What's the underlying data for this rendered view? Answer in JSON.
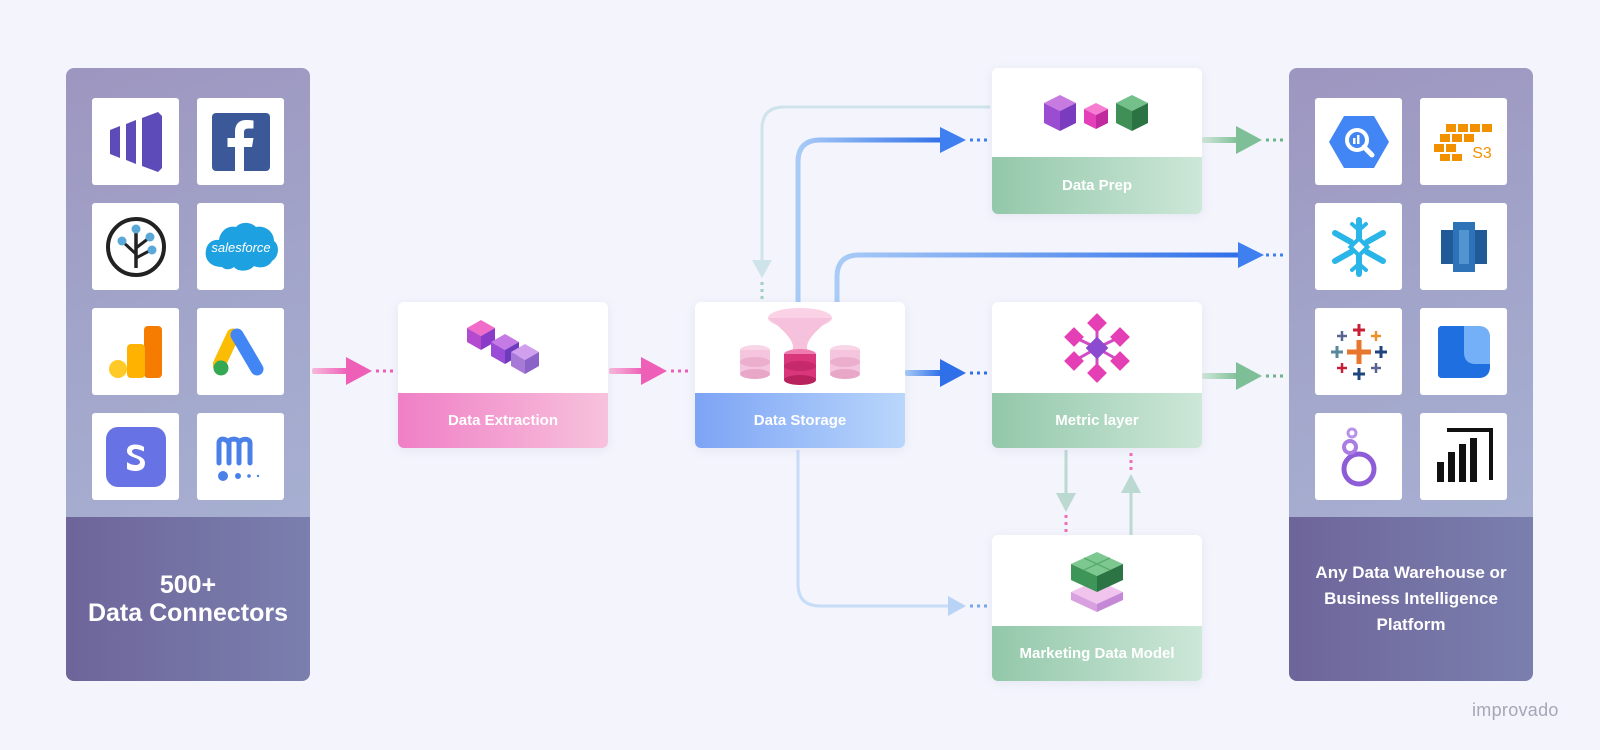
{
  "left_panel": {
    "count": "500+",
    "label": "Data Connectors",
    "icons": [
      "marketo-icon",
      "facebook-icon",
      "tree-network-icon",
      "salesforce-icon",
      "google-analytics-icon",
      "google-ads-icon",
      "stripe-icon",
      "monday-icon"
    ],
    "salesforce_text": "salesforce"
  },
  "right_panel": {
    "label_line1": "Any Data Warehouse or",
    "label_line2": "Business Intelligence",
    "label_line3": "Platform",
    "icons": [
      "bigquery-icon",
      "aws-s3-icon",
      "snowflake-icon",
      "redshift-icon",
      "tableau-icon",
      "google-data-studio-icon",
      "looker-icon",
      "power-bi-icon"
    ],
    "s3_text": "S3"
  },
  "stages": {
    "extraction": "Data Extraction",
    "storage": "Data Storage",
    "prep": "Data Prep",
    "metric": "Metric layer",
    "model": "Marketing Data Model"
  },
  "brand": "improvado",
  "colors": {
    "pink": "#f07fc6",
    "blue": "#3f7ff0",
    "green": "#8cc3a2",
    "panel_dark": "#6e659a"
  }
}
